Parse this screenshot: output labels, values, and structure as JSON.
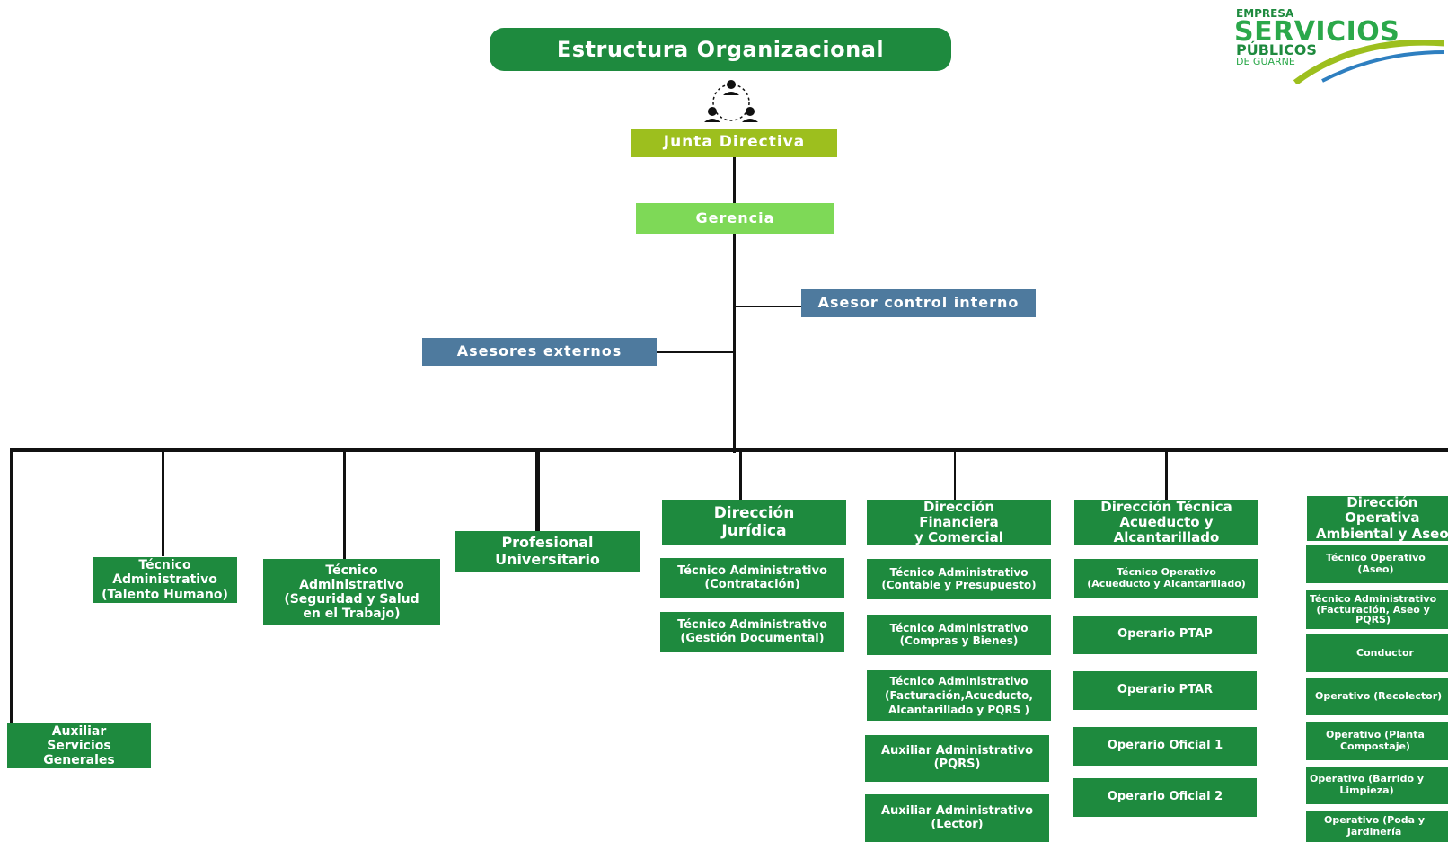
{
  "title": "Estructura Organizacional",
  "logo": {
    "line1": "EMPRESA",
    "line2": "SERVICIOS",
    "line3": "PÚBLICOS",
    "line4": "DE GUARNE"
  },
  "colors": {
    "dark_green": "#1e8a3e",
    "lime": "#9dbf1e",
    "light_green": "#7ed957",
    "blue": "#4e7a9e"
  },
  "nodes": {
    "junta": "Junta Directiva",
    "gerencia": "Gerencia",
    "asesor_control": "Asesor control interno",
    "asesores_externos": "Asesores externos",
    "tec_talento": "Técnico\nAdministrativo\n(Talento Humano)",
    "tec_sst": "Técnico\nAdministrativo\n(Seguridad y Salud\nen el Trabajo)",
    "profesional": "Profesional\nUniversitario",
    "auxiliar_sg": "Auxiliar\nServicios\nGenerales",
    "dir_juridica": "Dirección\nJurídica",
    "dir_financiera": "Dirección\nFinanciera\ny Comercial",
    "dir_tecnica": "Dirección Técnica\nAcueducto y\nAlcantarillado",
    "dir_operativa": "Dirección\nOperativa\nAmbiental y Aseo"
  },
  "juridica_items": [
    "Técnico Administrativo\n(Contratación)",
    "Técnico Administrativo\n(Gestión Documental)"
  ],
  "financiera_items": [
    "Técnico Administrativo\n(Contable y Presupuesto)",
    "Técnico Administrativo\n(Compras y Bienes)",
    "Técnico Administrativo\n(Facturación,Acueducto,\nAlcantarillado y PQRS )",
    "Auxiliar Administrativo\n(PQRS)",
    "Auxiliar Administrativo\n(Lector)"
  ],
  "tecnica_items": [
    "Técnico Operativo\n(Acueducto y Alcantarillado)",
    "Operario PTAP",
    "Operario PTAR",
    "Operario Oficial 1",
    "Operario Oficial 2"
  ],
  "operativa_items": [
    "Técnico Operativo\n(Aseo)",
    "Técnico Administrativo\n(Facturación, Aseo y\nPQRS)",
    "Conductor",
    "Operativo (Recolector)",
    "Operativo (Planta\nCompostaje)",
    "Operativo (Barrido y\nLimpieza)",
    "Operativo (Poda y\nJardinería"
  ]
}
